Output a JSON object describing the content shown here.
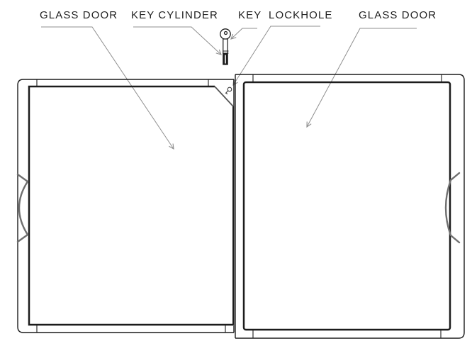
{
  "diagram": {
    "labels": {
      "glass_door_left": "GLASS DOOR",
      "key_cylinder": "KEY CYLINDER",
      "key": "KEY",
      "lockhole": "LOCKHOLE",
      "glass_door_right": "GLASS DOOR"
    },
    "icons": {
      "key_glyph": "key-icon",
      "lockhole_glyph": "keyhole-icon"
    },
    "colors": {
      "background": "#ffffff",
      "line": "#1c1c1c",
      "chamfer": "#555555",
      "leader": "#8f8f8f",
      "handle": "#6f6f6f",
      "lockhole": "#3a3a3a"
    }
  }
}
